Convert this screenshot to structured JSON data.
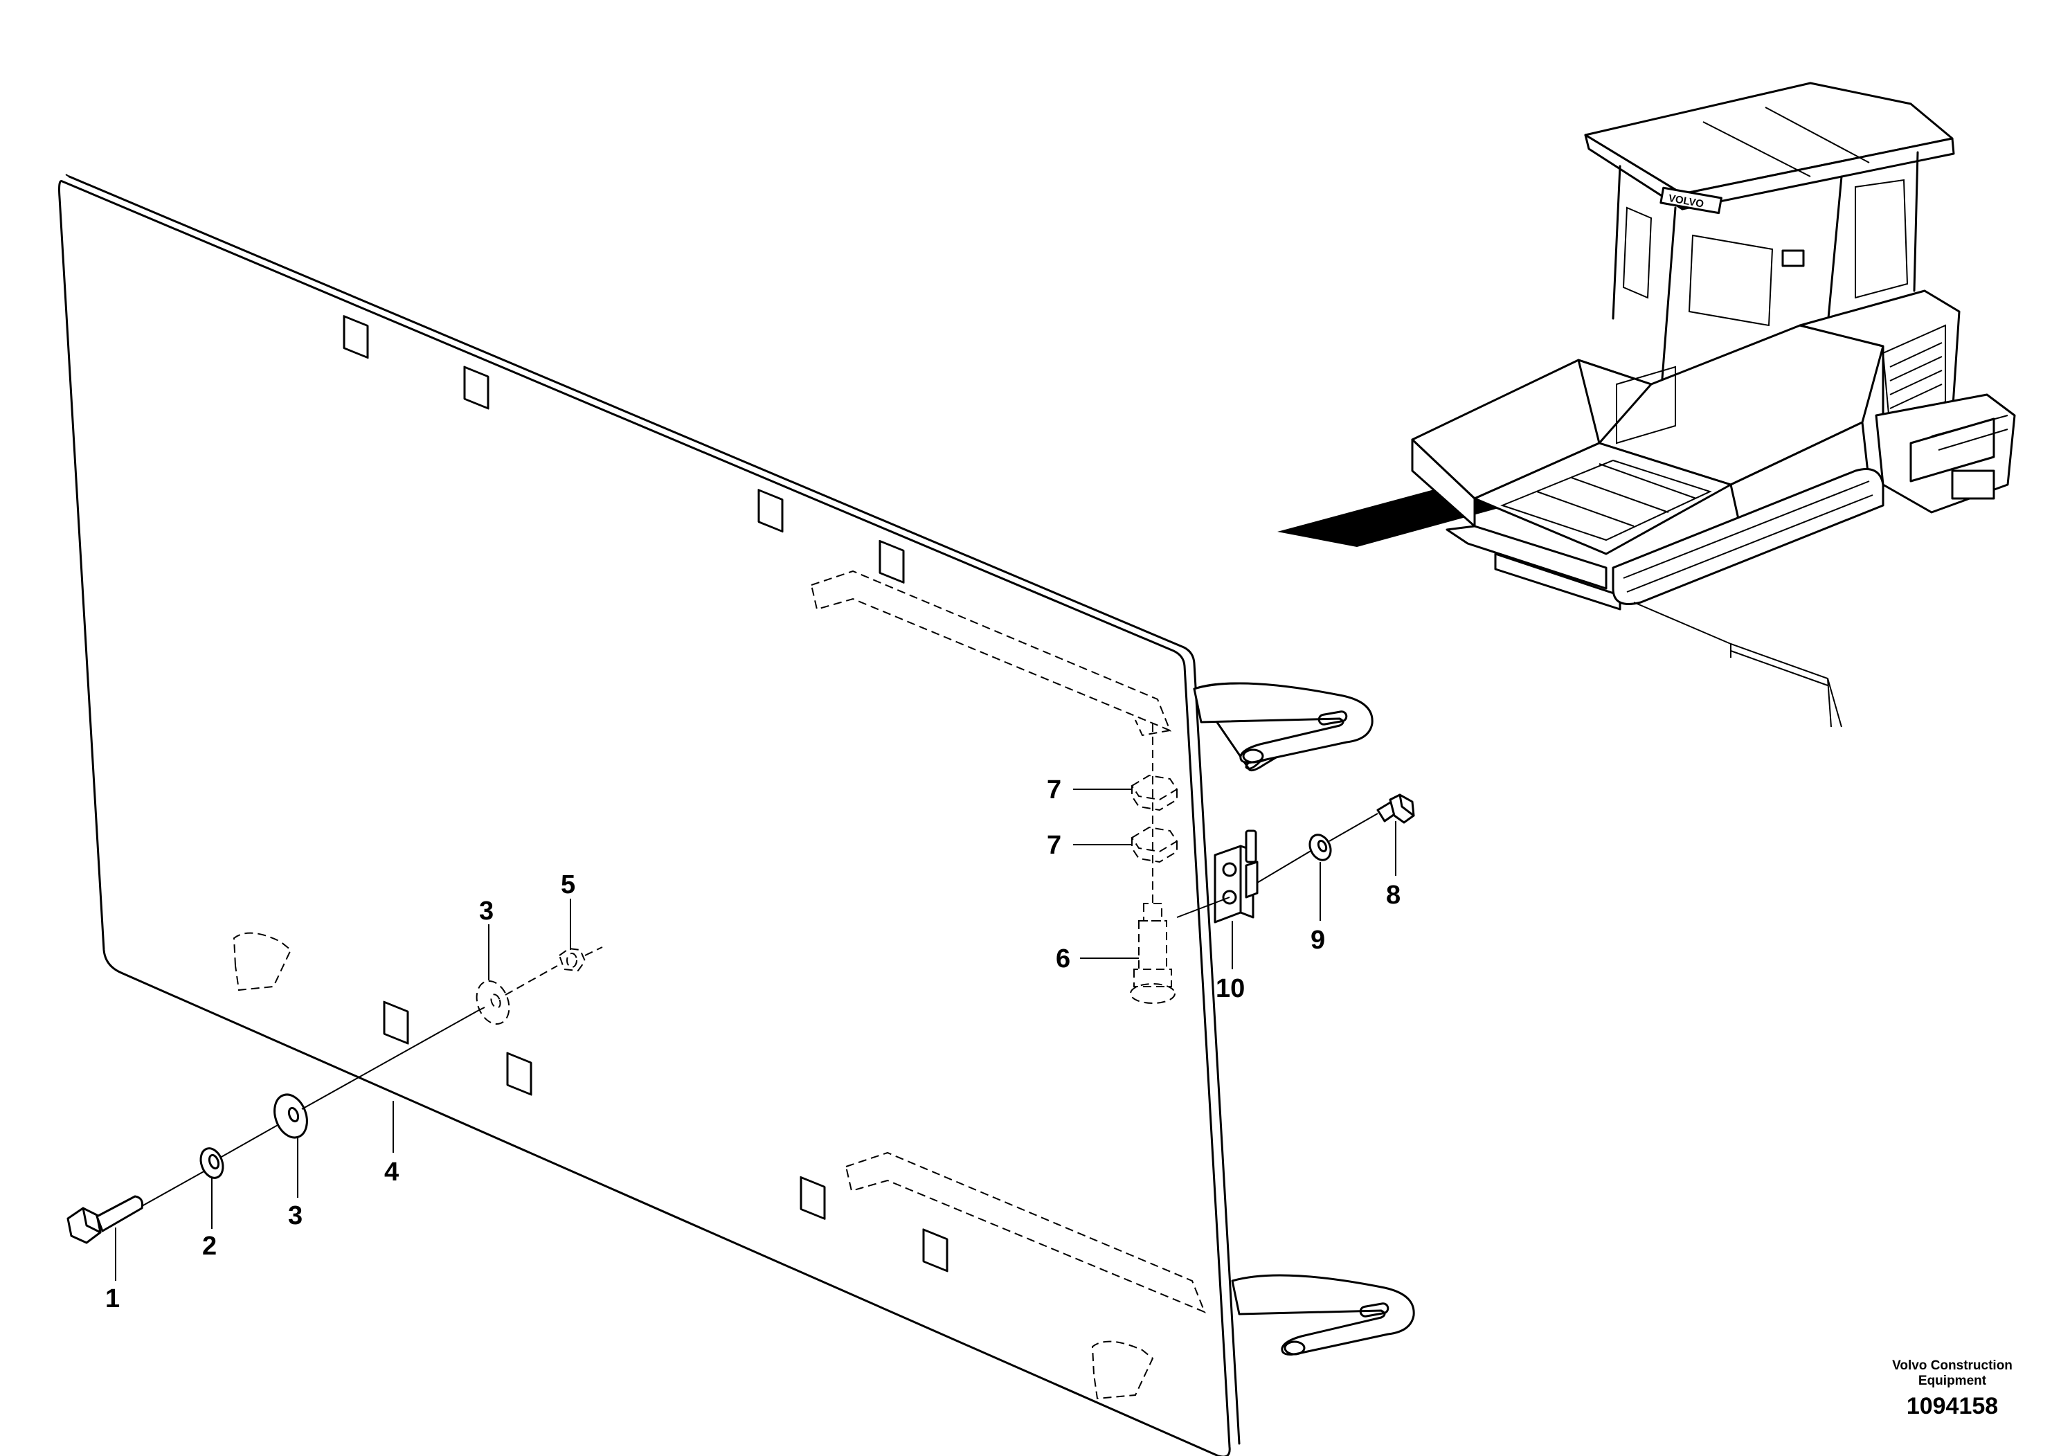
{
  "callouts": {
    "c1": "1",
    "c2": "2",
    "c3a": "3",
    "c3b": "3",
    "c4": "4",
    "c5": "5",
    "c6": "6",
    "c7a": "7",
    "c7b": "7",
    "c8": "8",
    "c9": "9",
    "c10": "10"
  },
  "machine_logo": "VOLVO",
  "footer": {
    "company_line1": "Volvo Construction",
    "company_line2": "Equipment",
    "document_number": "1094158"
  }
}
